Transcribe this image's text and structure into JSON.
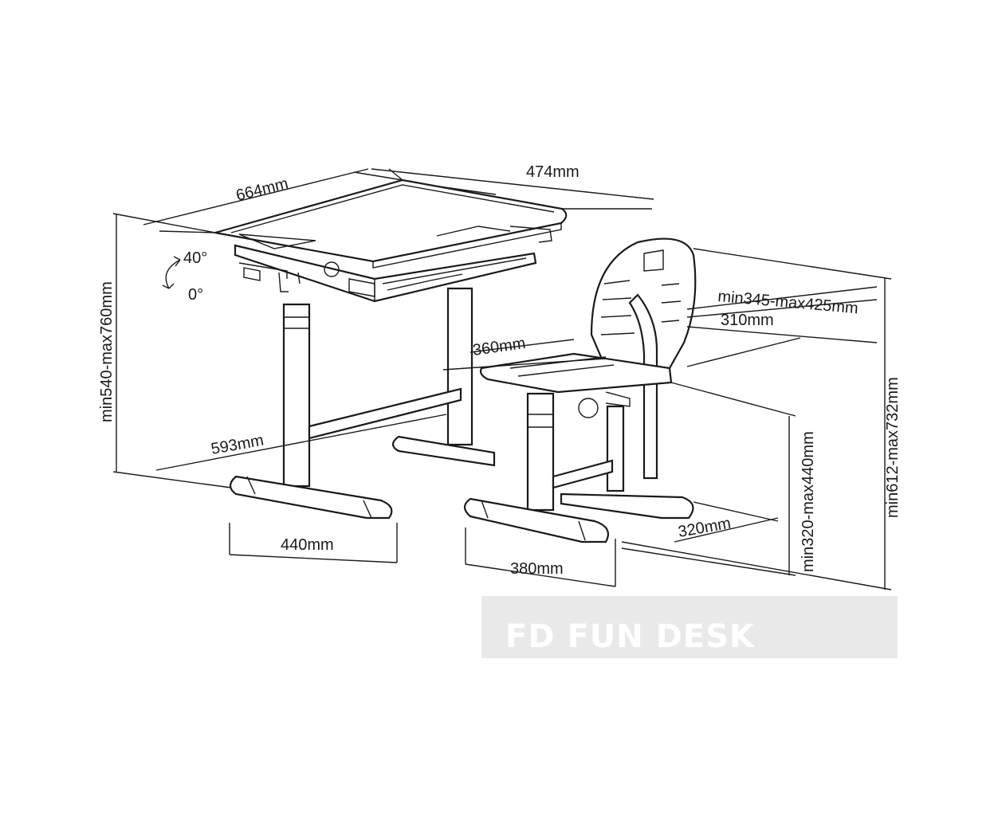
{
  "dimensions": {
    "desk_width": "664mm",
    "desk_depth": "474mm",
    "tilt_max": "40°",
    "tilt_min": "0°",
    "desk_height": "min540-max760mm",
    "desk_leg_span": "593mm",
    "desk_foot_width": "440mm",
    "chair_back_height": "min345-max425mm",
    "chair_back_width": "310mm",
    "chair_seat_width": "360mm",
    "chair_total_height": "min612-max732mm",
    "chair_seat_height": "min320-max440mm",
    "chair_foot_depth": "320mm",
    "chair_foot_width": "380mm"
  },
  "watermark": {
    "text": "FD FUN DESK"
  },
  "colors": {
    "line": "#1a1a1a",
    "watermark_bg": "#e9e9e9"
  }
}
